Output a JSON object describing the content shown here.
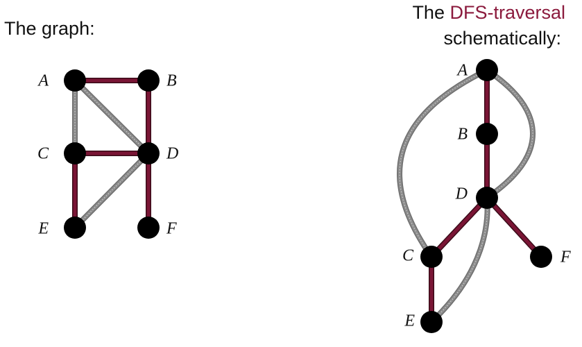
{
  "graph": {
    "title": "The graph:",
    "nodes": [
      {
        "id": "A",
        "label": "A"
      },
      {
        "id": "B",
        "label": "B"
      },
      {
        "id": "C",
        "label": "C"
      },
      {
        "id": "D",
        "label": "D"
      },
      {
        "id": "E",
        "label": "E"
      },
      {
        "id": "F",
        "label": "F"
      }
    ],
    "edges": [
      {
        "from": "A",
        "to": "B",
        "kind": "tree"
      },
      {
        "from": "B",
        "to": "D",
        "kind": "tree"
      },
      {
        "from": "D",
        "to": "C",
        "kind": "tree"
      },
      {
        "from": "C",
        "to": "E",
        "kind": "tree"
      },
      {
        "from": "D",
        "to": "F",
        "kind": "tree"
      },
      {
        "from": "A",
        "to": "C",
        "kind": "back"
      },
      {
        "from": "A",
        "to": "D",
        "kind": "back"
      },
      {
        "from": "E",
        "to": "D",
        "kind": "back"
      }
    ]
  },
  "traversal": {
    "title_prefix": "The ",
    "title_highlight": "DFS-traversal",
    "title_line2": "schematically:"
  },
  "colors": {
    "tree_edge": "#7a1535",
    "back_edge": "#8c8c8c",
    "node": "#000000",
    "accent_text": "#8b1a3d"
  }
}
